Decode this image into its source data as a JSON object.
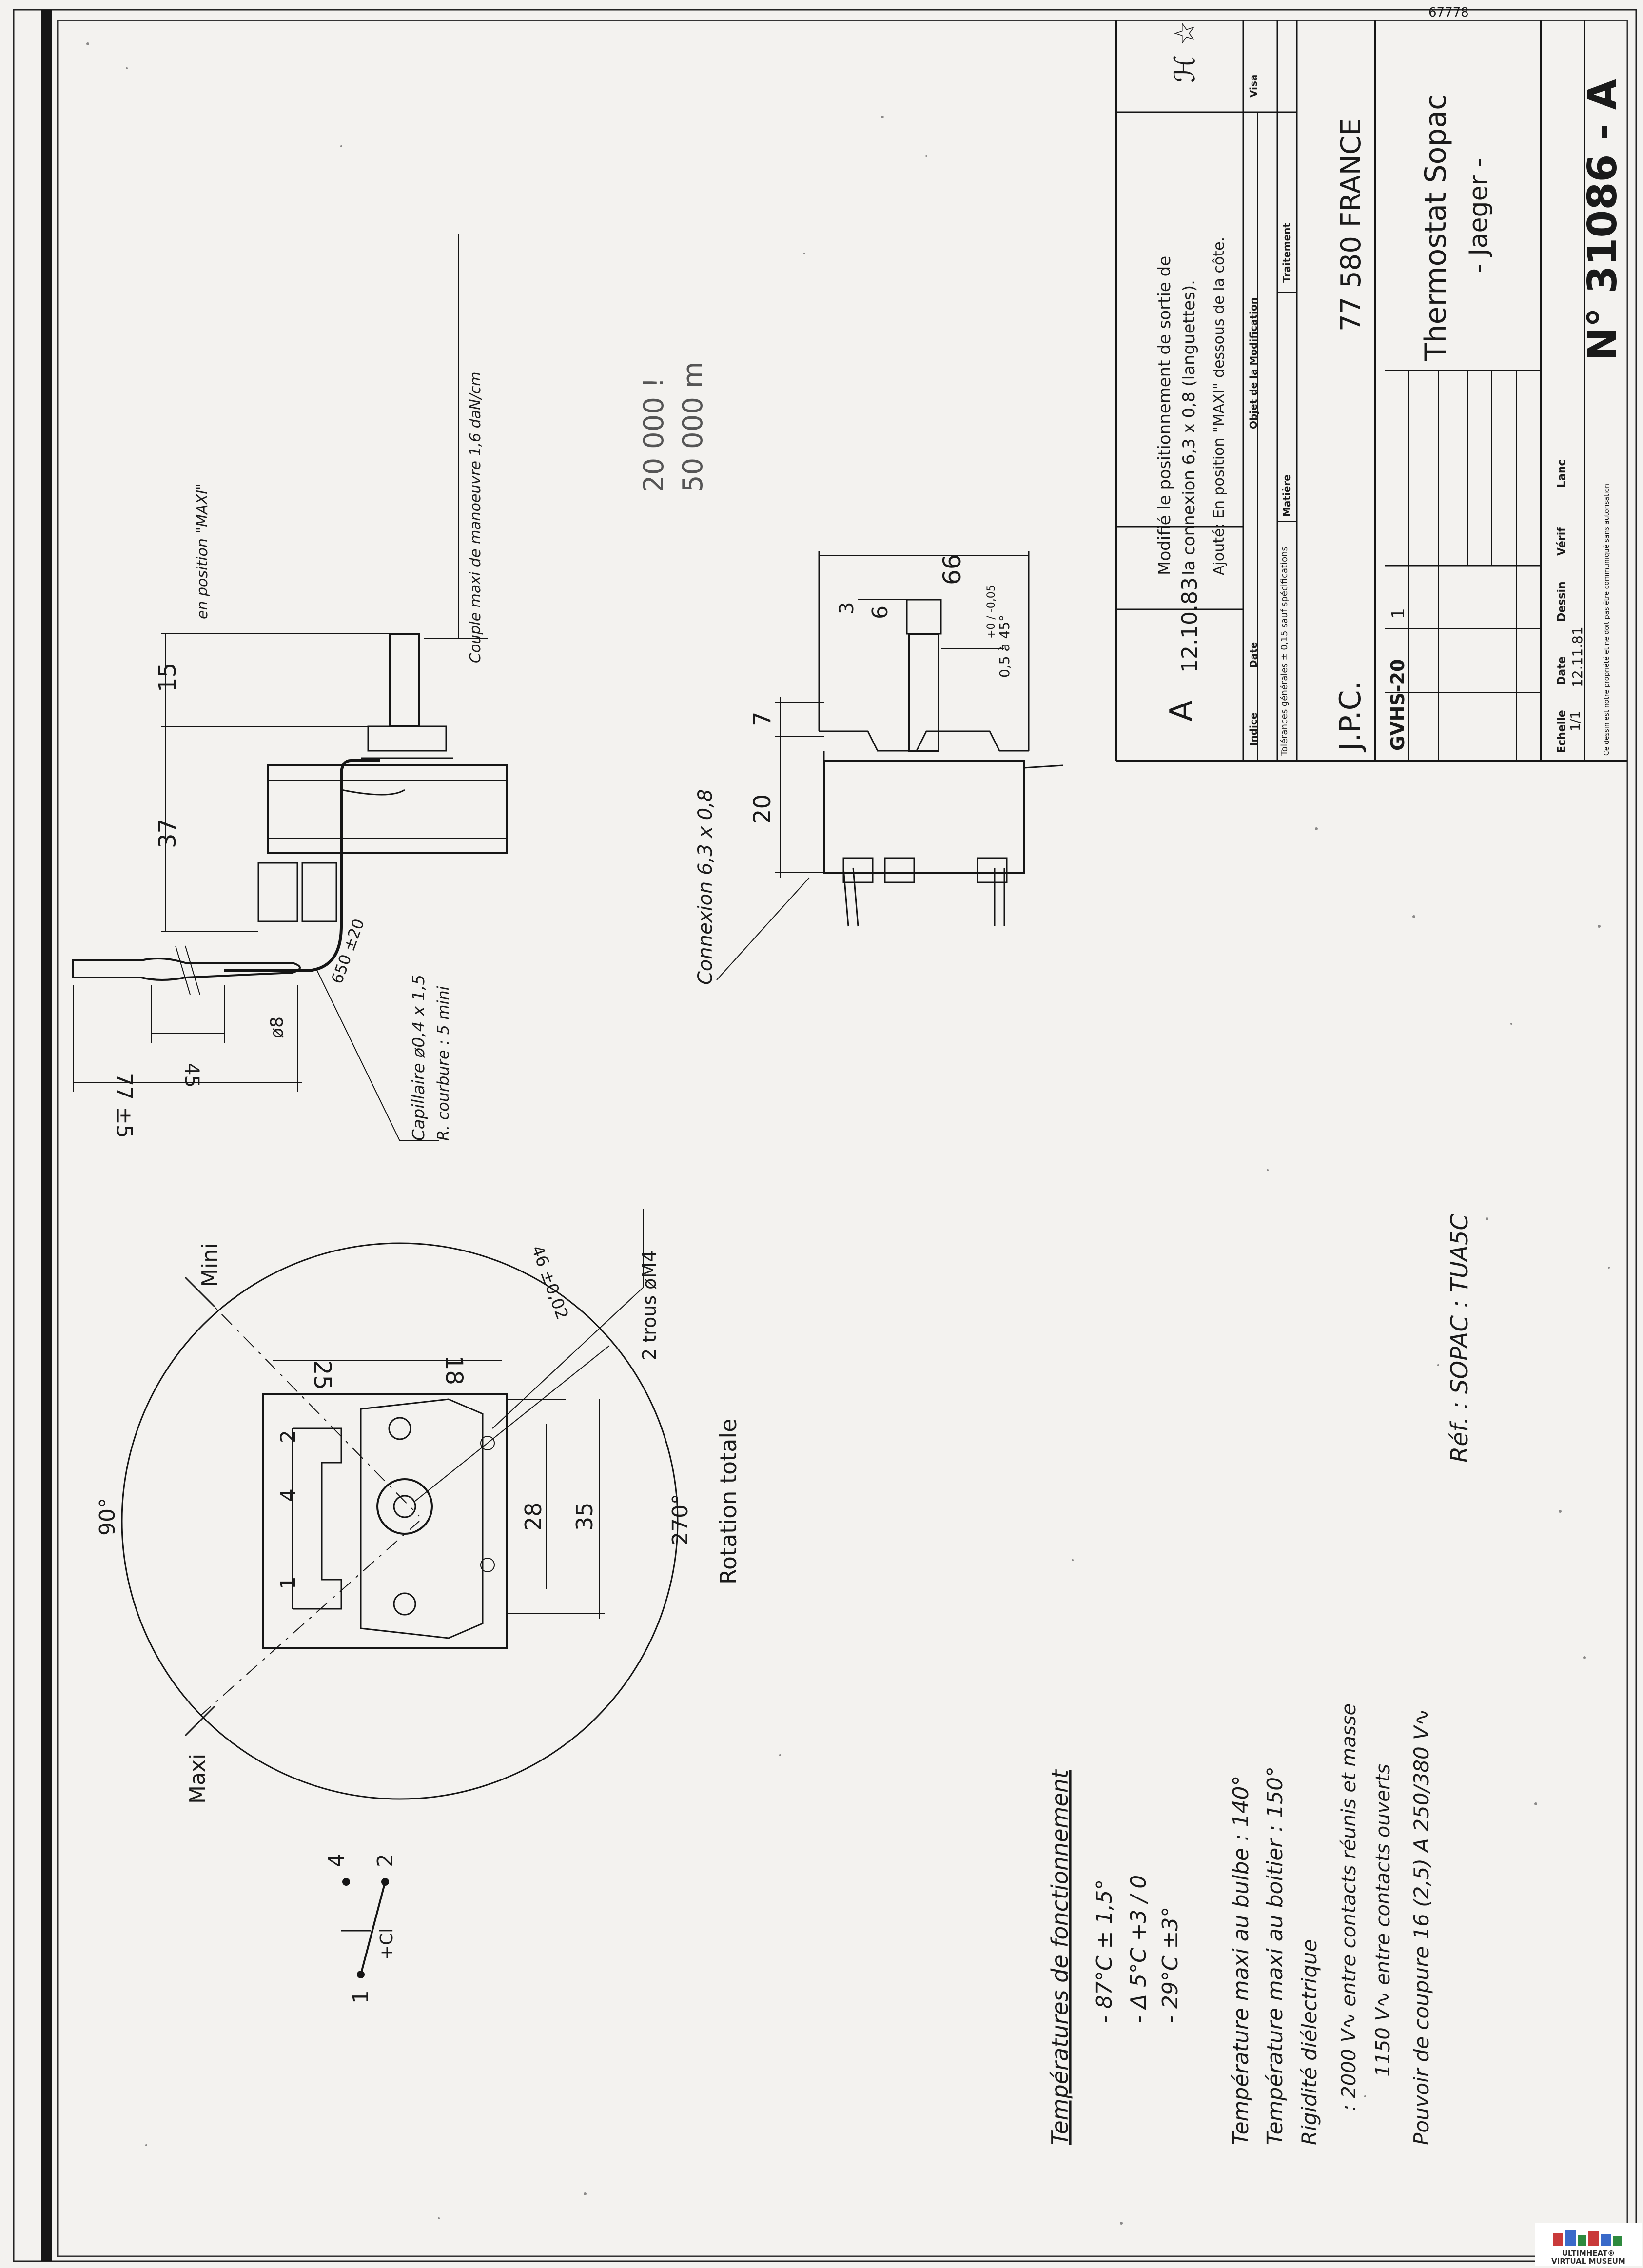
{
  "title_block": {
    "revision_letter": "A",
    "revision_date": "12.10.83",
    "revision_line1": "Modifié le positionnement de sortie de",
    "revision_line2": "la connexion 6,3 x 0,8 (languettes).",
    "revision_line3": "Ajouté: En position \"MAXI\" dessous de la côte.",
    "header_indice": "Indice",
    "header_date": "Date",
    "header_objet": "Objet de la Modification",
    "header_visa": "Visa",
    "tolerances_label": "Tolérances générales ± 0,15 sauf spécifications",
    "matiere_label": "Matière",
    "traitement_label": "Traitement",
    "company": "J.P.C.",
    "address": "77 580  FRANCE",
    "ref_code": "GVHS-20",
    "ref_code_value": "1",
    "product_line1": "Thermostat Sopac",
    "product_line2": "- Jaeger -",
    "echelle_label": "Echelle",
    "echelle_value": "1/1",
    "date_label": "Date",
    "date_value": "12.11.81",
    "dessin_label": "Dessin",
    "verif_label": "Vérif",
    "lanc_label": "Lanc",
    "drawing_number": "N° 31086 - A",
    "footer_note": "Ce dessin est notre propriété et ne doit pas être communiqué sans autorisation",
    "top_stamp": "67778"
  },
  "side_view": {
    "note_position": "en position \"MAXI\"",
    "note_couple": "Couple maxi de manoeuvre 1,6 daN/cm",
    "dim_15": "15",
    "dim_37": "37",
    "dim_45": "45",
    "dim_77": "77 ±5",
    "dim_phi8": "ø8",
    "dim_650": "650 ±20",
    "capillary_line1": "Capillaire ø0,4 x 1,5",
    "capillary_line2": "R. courbure : 5 mini"
  },
  "top_view": {
    "dim_66": "66",
    "dim_6": "6",
    "dim_3": "3",
    "dim_chamfer": "0,5 à 45°",
    "dim_tol": "+0 / -0,05",
    "dim_7": "7",
    "dim_20": "20",
    "connexion_label": "Connexion 6,3 x 0,8",
    "handwritten_1": "20 000 !",
    "handwritten_2": "50 000  m"
  },
  "front_view": {
    "label_mini": "Mini",
    "label_maxi": "Maxi",
    "angle_90": "90°",
    "angle_270": "270°",
    "rotation_label": "Rotation totale",
    "dim_25": "25",
    "dim_18": "18",
    "dim_46": "46 ±0,02",
    "holes_label": "2 trous øM4",
    "dim_28": "28",
    "dim_35": "35",
    "terminal_1": "1",
    "terminal_2": "2",
    "terminal_4": "4"
  },
  "specs": {
    "heading": "Températures de fonctionnement",
    "temp_1": "- 87°C ± 1,5°",
    "temp_2": "- Δ 5°C +3 / 0",
    "temp_3": "- 29°C ±3°",
    "temp_bulbe": "Température maxi au bulbe : 140°",
    "temp_boitier": "Température maxi au boitier : 150°",
    "rigidite": "Rigidité diélectrique",
    "rigidite_1": ": 2000 V∿ entre contacts réunis et masse",
    "rigidite_2": "1150 V∿ entre contacts ouverts",
    "pouvoir": "Pouvoir de coupure 16 (2,5) A 250/380 V∿",
    "ref_label": "Réf. : SOPAC : TUA5C"
  },
  "schema": {
    "pin_1": "1",
    "pin_2": "2",
    "pin_4": "4",
    "symbol": "+Cl"
  },
  "logo": {
    "line1": "ULTIMHEAT®",
    "line2": "VIRTUAL MUSEUM"
  }
}
